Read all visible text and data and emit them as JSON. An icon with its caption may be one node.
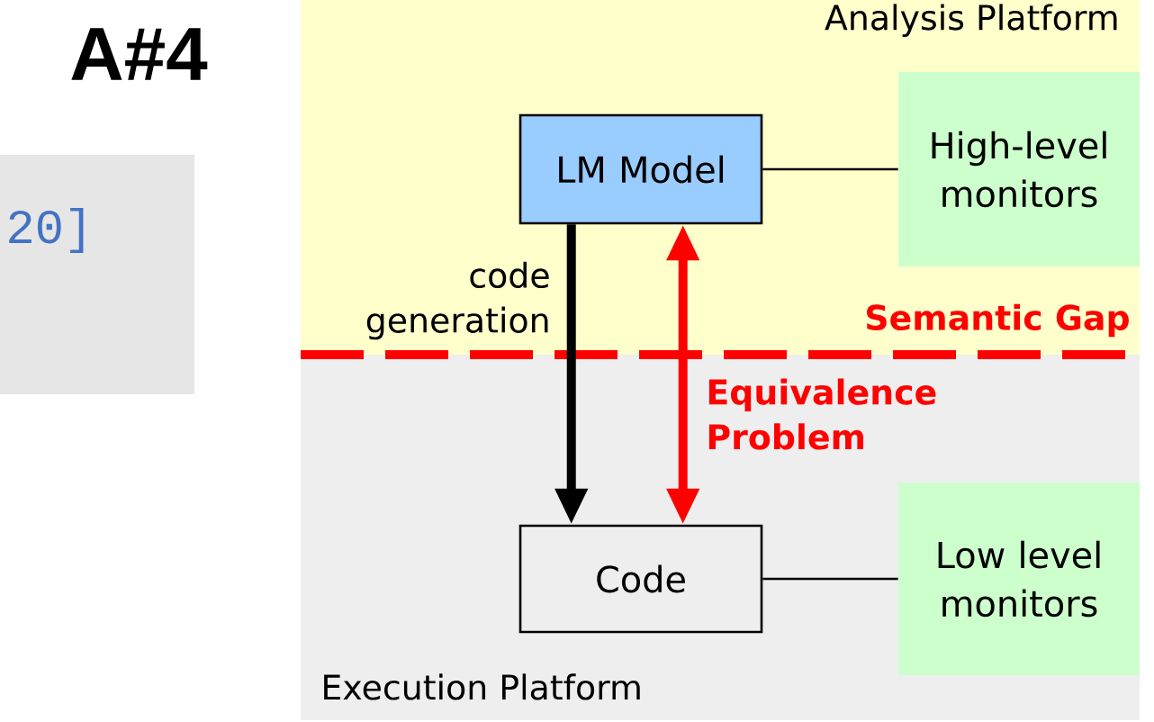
{
  "diagram": {
    "nodes": [
      {
        "text": [
          "Analysis Platform"
        ]
      },
      {
        "text": [
          "Execution Platform"
        ]
      },
      {
        "text": [
          "LM Model"
        ],
        "in": 0
      },
      {
        "text": [
          "High-level monitors"
        ],
        "in": 0
      },
      {
        "text": [
          "Code"
        ],
        "in": 1
      },
      {
        "text": [
          "Low level monitors"
        ],
        "in": 1
      }
    ],
    "edges": [
      {
        "from": 2,
        "to": 3,
        "arrow": "none"
      },
      {
        "from": 4,
        "to": 5,
        "arrow": "none"
      },
      {
        "from": 2,
        "to": 4,
        "arrow": "to",
        "label": "code generation",
        "style": "thick"
      },
      {
        "from": 4,
        "to": 2,
        "arrow": "both",
        "label": "Equivalence Problem",
        "style": "thick",
        "color": "#ff0000"
      }
    ],
    "labels": [
      "A#4",
      "20]",
      "Semantic Gap"
    ]
  }
}
